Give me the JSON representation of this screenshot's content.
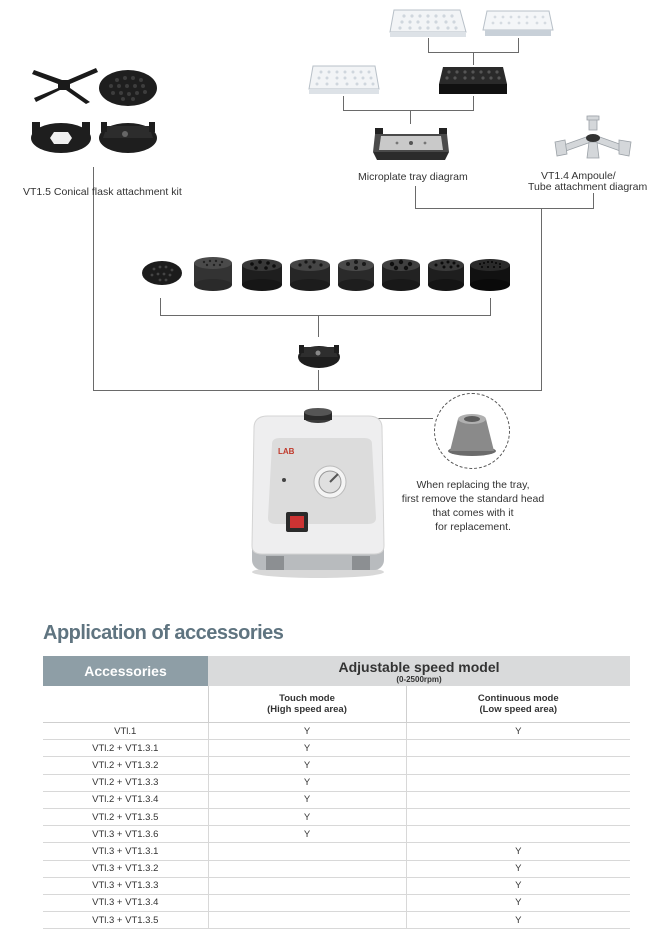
{
  "diagram": {
    "captions": {
      "conical_flask_kit": "VT1.5 Conical flask attachment kit",
      "microplate_tray": "Microplate tray diagram",
      "ampoule_line1": "VT1.4 Ampoule/",
      "ampoule_line2": "Tube attachment diagram"
    },
    "device_logo": "LAB",
    "replacement_note": [
      "When replacing the tray,",
      "first remove the standard head",
      "that comes with it",
      "for replacement."
    ]
  },
  "section_title": "Application of accessories",
  "table": {
    "header_accessories": "Accessories",
    "header_model": "Adjustable speed model",
    "header_model_range": "(0-2500rpm)",
    "touch_mode_line1": "Touch mode",
    "touch_mode_line2": "(High speed area)",
    "continuous_mode_line1": "Continuous mode",
    "continuous_mode_line2": "(Low speed area)",
    "rows": [
      {
        "name": "VTl.1",
        "touch": "Y",
        "continuous": "Y"
      },
      {
        "name": "VTl.2 + VT1.3.1",
        "touch": "Y",
        "continuous": ""
      },
      {
        "name": "VTl.2 + VT1.3.2",
        "touch": "Y",
        "continuous": ""
      },
      {
        "name": "VTl.2 + VT1.3.3",
        "touch": "Y",
        "continuous": ""
      },
      {
        "name": "VTl.2 + VT1.3.4",
        "touch": "Y",
        "continuous": ""
      },
      {
        "name": "VTl.2 + VT1.3.5",
        "touch": "Y",
        "continuous": ""
      },
      {
        "name": "VTl.3 + VT1.3.6",
        "touch": "Y",
        "continuous": ""
      },
      {
        "name": "VTl.3 + VT1.3.1",
        "touch": "",
        "continuous": "Y"
      },
      {
        "name": "VTl.3 + VT1.3.2",
        "touch": "",
        "continuous": "Y"
      },
      {
        "name": "VTl.3 + VT1.3.3",
        "touch": "",
        "continuous": "Y"
      },
      {
        "name": "VTl.3 + VT1.3.4",
        "touch": "",
        "continuous": "Y"
      },
      {
        "name": "VTl.3 + VT1.3.5",
        "touch": "",
        "continuous": "Y"
      }
    ]
  }
}
